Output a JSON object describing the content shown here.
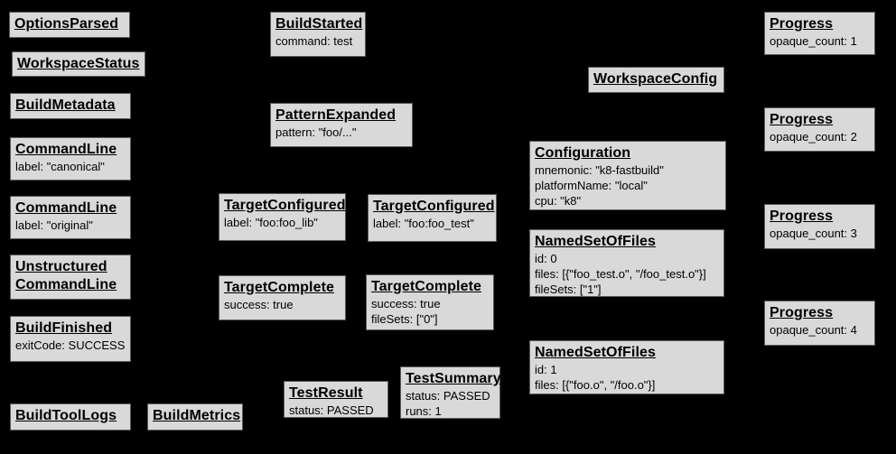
{
  "diagram": {
    "colors": {
      "background": "#000000",
      "node_fill": "#d9d9d9",
      "node_border": "#5b5b5b",
      "text": "#000000"
    },
    "nodes": {
      "options_parsed": {
        "title": "OptionsParsed",
        "lines": []
      },
      "workspace_status": {
        "title": "WorkspaceStatus",
        "lines": []
      },
      "build_metadata": {
        "title": "BuildMetadata",
        "lines": []
      },
      "command_line_canonical": {
        "title": "CommandLine",
        "lines": [
          "label: \"canonical\""
        ]
      },
      "command_line_original": {
        "title": "CommandLine",
        "lines": [
          "label: \"original\""
        ]
      },
      "unstructured_command_line": {
        "title": "Unstructured CommandLine",
        "lines": []
      },
      "build_finished": {
        "title": "BuildFinished",
        "lines": [
          "exitCode: SUCCESS"
        ]
      },
      "build_tool_logs": {
        "title": "BuildToolLogs",
        "lines": []
      },
      "build_metrics": {
        "title": "BuildMetrics",
        "lines": []
      },
      "build_started": {
        "title": "BuildStarted",
        "lines": [
          "command: test"
        ]
      },
      "pattern_expanded": {
        "title": "PatternExpanded",
        "lines": [
          "pattern: \"foo/...\""
        ]
      },
      "target_configured_lib": {
        "title": "TargetConfigured",
        "lines": [
          "label: \"foo:foo_lib\""
        ]
      },
      "target_configured_test": {
        "title": "TargetConfigured",
        "lines": [
          "label: \"foo:foo_test\""
        ]
      },
      "target_complete_lib": {
        "title": "TargetComplete",
        "lines": [
          "success: true"
        ]
      },
      "target_complete_test": {
        "title": "TargetComplete",
        "lines": [
          "success: true",
          "fileSets: [\"0\"]"
        ]
      },
      "test_result": {
        "title": "TestResult",
        "lines": [
          "status: PASSED"
        ]
      },
      "test_summary": {
        "title": "TestSummary",
        "lines": [
          "status: PASSED",
          "runs: 1"
        ]
      },
      "workspace_config": {
        "title": "WorkspaceConfig",
        "lines": []
      },
      "configuration": {
        "title": "Configuration",
        "lines": [
          "mnemonic: \"k8-fastbuild\"",
          "platformName: \"local\"",
          "cpu: \"k8\""
        ]
      },
      "named_set_of_files_0": {
        "title": "NamedSetOfFiles",
        "lines": [
          "id: 0",
          "files: [{\"foo_test.o\", \"/foo_test.o\"}]",
          "fileSets: [\"1\"]"
        ]
      },
      "named_set_of_files_1": {
        "title": "NamedSetOfFiles",
        "lines": [
          "id: 1",
          "files: [{\"foo.o\", \"/foo.o\"}]"
        ]
      },
      "progress_1": {
        "title": "Progress",
        "lines": [
          "opaque_count: 1"
        ]
      },
      "progress_2": {
        "title": "Progress",
        "lines": [
          "opaque_count: 2"
        ]
      },
      "progress_3": {
        "title": "Progress",
        "lines": [
          "opaque_count: 3"
        ]
      },
      "progress_4": {
        "title": "Progress",
        "lines": [
          "opaque_count: 4"
        ]
      }
    }
  }
}
